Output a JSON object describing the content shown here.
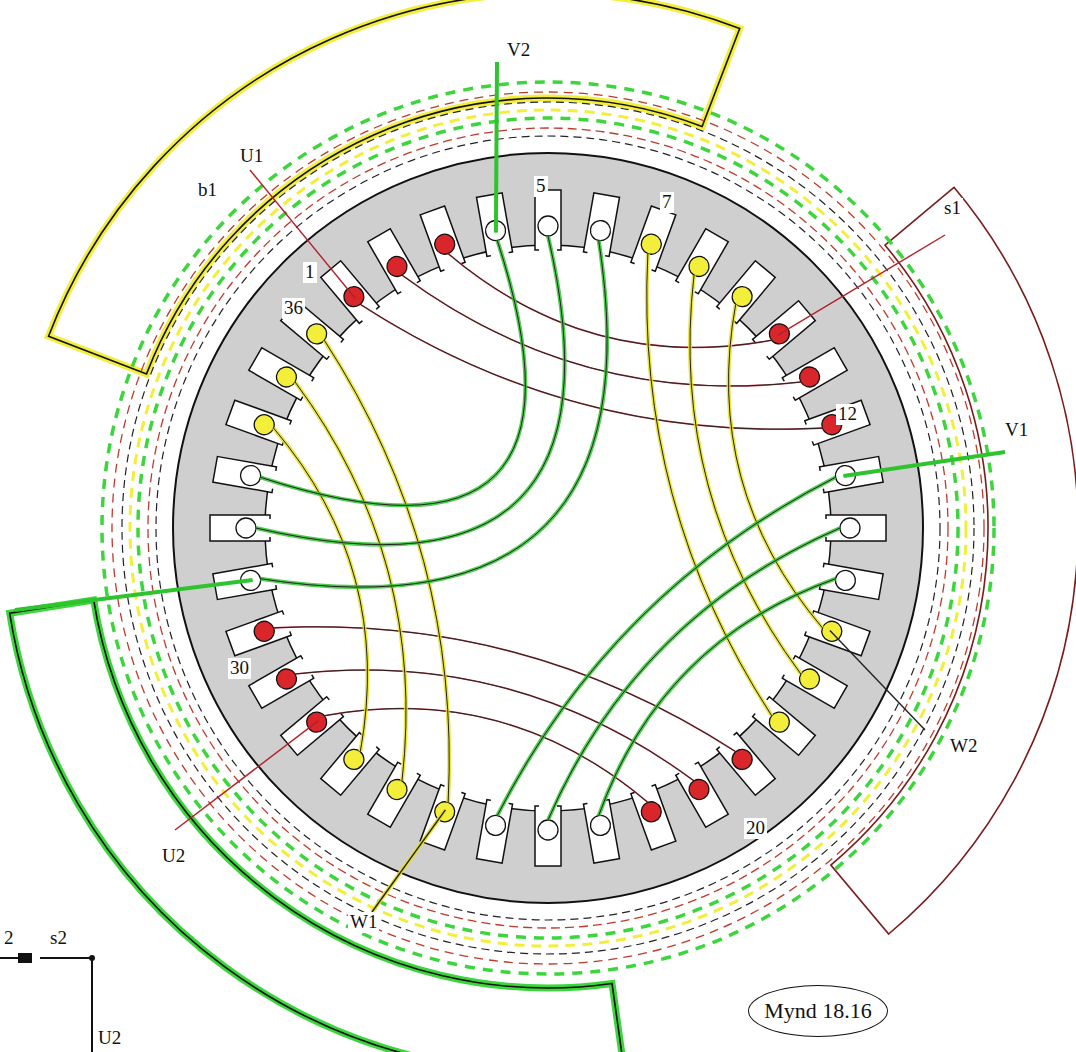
{
  "diagram": {
    "nodes": [
      {
        "text": [
          "Mynd 18.16"
        ]
      }
    ],
    "labels": [
      "V2",
      "U1",
      "b1",
      "5",
      "7",
      "s1",
      "1",
      "36",
      "12",
      "V1",
      "W2",
      "30",
      "20",
      "U2",
      "W1",
      "2",
      "s2",
      "U2"
    ]
  }
}
